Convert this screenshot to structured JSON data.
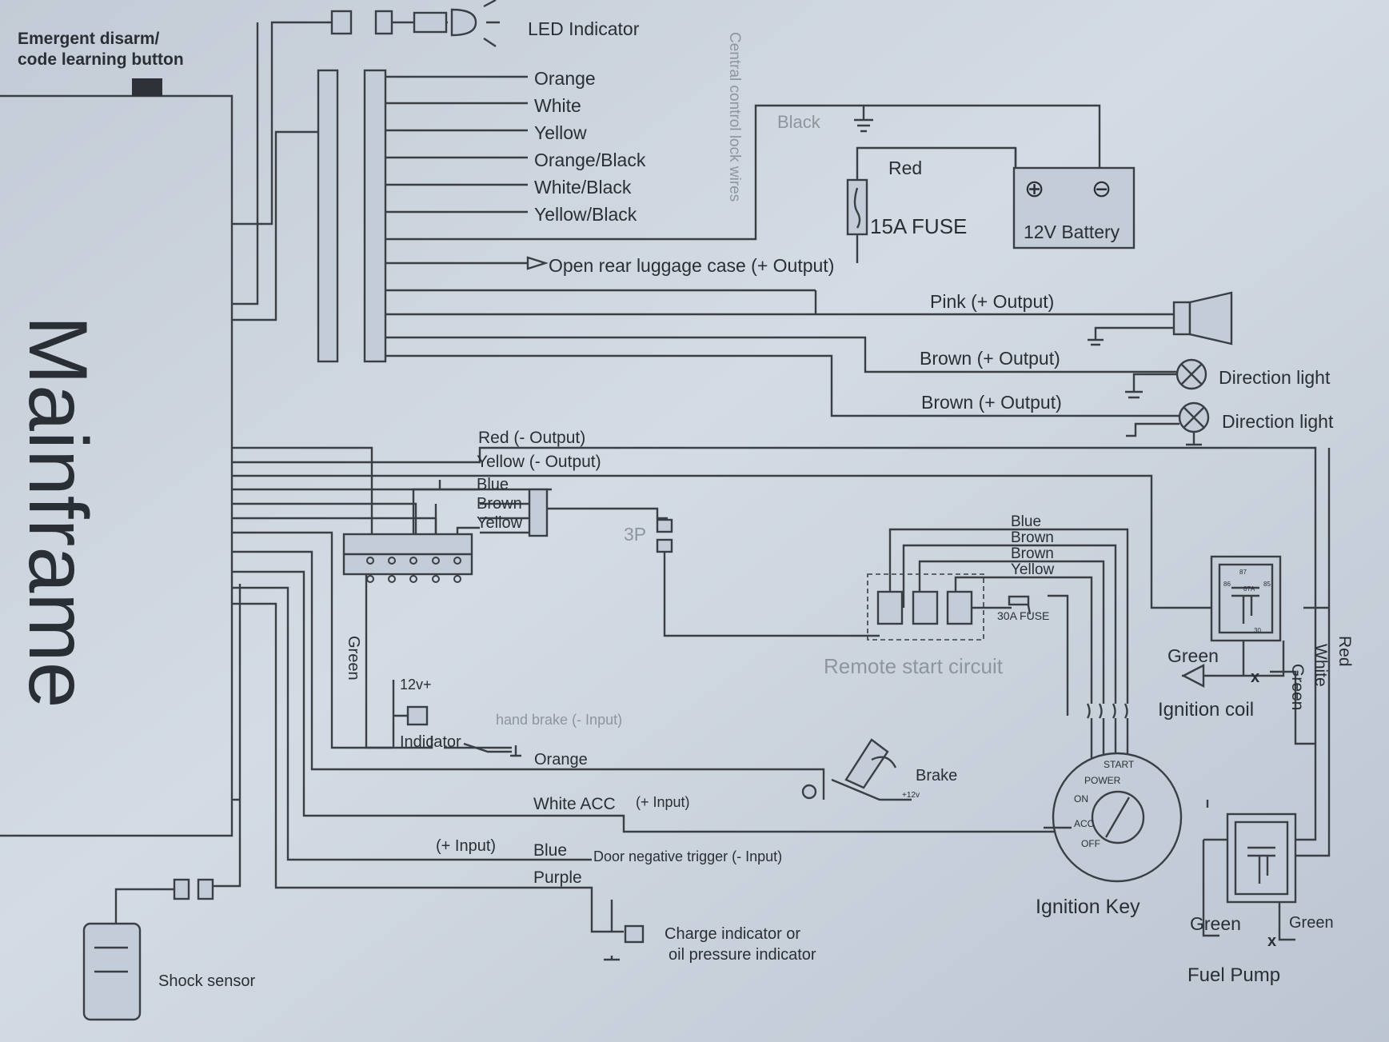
{
  "colors": {
    "background": "#c9d1dc",
    "line": "#3a3f46",
    "text": "#2a2f36",
    "faded_text": "#8f959d"
  },
  "labels": {
    "emergent": [
      "Emergent disarm/",
      "code learning button"
    ],
    "mainframe": "Mainframe",
    "led": "LED Indicator",
    "central_lock": "Central control lock wires",
    "lock_wires": [
      "Orange",
      "White",
      "Yellow",
      "Orange/Black",
      "White/Black",
      "Yellow/Black"
    ],
    "open_rear": "Open rear luggage case (+ Output)",
    "black": "Black",
    "red": "Red",
    "fuse15": "15A  FUSE",
    "battery": "12V Battery",
    "plus_sign": "⊕",
    "minus_sign": "⊖",
    "pink": "Pink  (+ Output)",
    "brown1": "Brown (+ Output)",
    "brown2": "Brown (+ Output)",
    "direction1": "Direction light",
    "direction2": "Direction light",
    "red_out": "Red  (- Output)",
    "yellow_out": "Yellow (- Output)",
    "conn_wires": [
      "Blue",
      "Brown",
      "Yellow"
    ],
    "p3": "3P",
    "rs_wires": [
      "Blue",
      "Brown",
      "Brown",
      "Yellow"
    ],
    "fuse30": "30A FUSE",
    "remote_start": "Remote start circuit",
    "green_v": "Green",
    "v12": "12v+",
    "hand_brake": "hand brake (- Input)",
    "indicator": "Indicator",
    "orange": "Orange",
    "brake": "Brake",
    "brake_small": "+12v",
    "white_acc": "White ACC",
    "plus_input": "(+ Input)",
    "plus_input2": "(+ Input)",
    "blue": "Blue",
    "door": "Door negative trigger (- Input)",
    "purple": "Purple",
    "charge": [
      "Charge indicator or",
      "oil pressure indicator"
    ],
    "shock": "Shock sensor",
    "ignition_key": "Ignition Key",
    "key_positions": [
      "START",
      "POWER",
      "ON",
      "ACC",
      "OFF"
    ],
    "ignition_coil": "Ignition coil",
    "green_coil": "Green",
    "green_right": "Green",
    "white_right": "White",
    "red_right": "Red",
    "green_pump_left": "Green",
    "green_pump_right": "Green",
    "fuel_pump": "Fuel Pump",
    "x_mark": "x",
    "relay_pins": [
      "86",
      "87",
      "87A",
      "85",
      "30"
    ]
  }
}
